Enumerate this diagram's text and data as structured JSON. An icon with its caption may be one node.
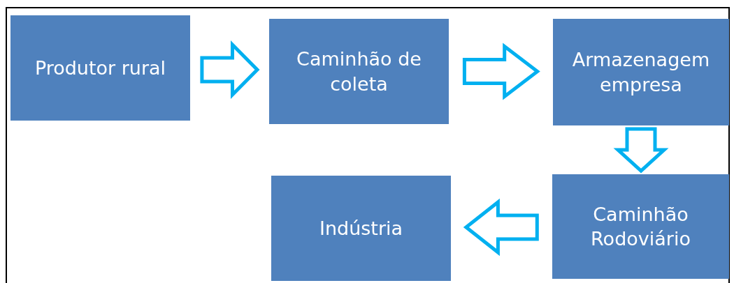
{
  "diagram": {
    "nodes": [
      {
        "text": [
          "Produtor rural"
        ]
      },
      {
        "text": [
          "Caminhão de coleta"
        ]
      },
      {
        "text": [
          "Armazenagem empresa"
        ]
      },
      {
        "text": [
          "Indústria"
        ]
      },
      {
        "text": [
          "Caminhão Rodoviário"
        ]
      }
    ],
    "edges": [
      {
        "from": 0,
        "to": 1,
        "arrow": "to"
      },
      {
        "from": 1,
        "to": 2,
        "arrow": "to"
      },
      {
        "from": 2,
        "to": 4,
        "arrow": "to"
      },
      {
        "from": 4,
        "to": 3,
        "arrow": "to"
      }
    ]
  }
}
